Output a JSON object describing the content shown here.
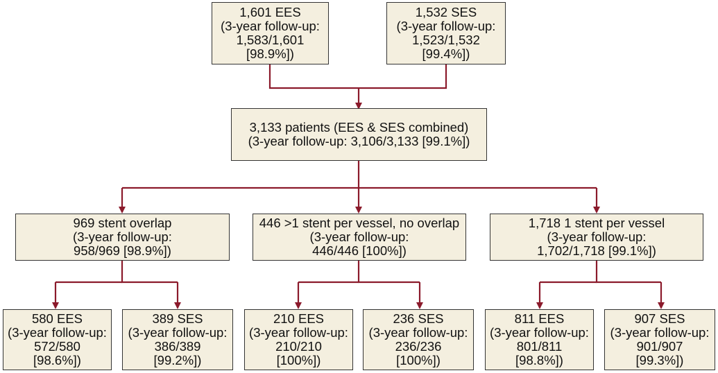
{
  "colors": {
    "box_fill": "#f4efdf",
    "box_border": "#333333",
    "connector": "#8b1a2b"
  },
  "top": {
    "ees": {
      "lines": [
        "1,601 EES",
        "(3-year follow-up:",
        "1,583/1,601",
        "[98.9%])"
      ]
    },
    "ses": {
      "lines": [
        "1,532 SES",
        "(3-year follow-up:",
        "1,523/1,532",
        "[99.4%])"
      ]
    }
  },
  "combined": {
    "lines": [
      "3,133 patients (EES & SES combined)",
      "(3-year follow-up: 3,106/3,133 [99.1%])"
    ]
  },
  "groups": [
    {
      "lines": [
        "969 stent overlap",
        "(3-year follow-up:",
        "958/969 [98.9%])"
      ]
    },
    {
      "lines": [
        "446 >1 stent per vessel, no overlap",
        "(3-year follow-up:",
        "446/446 [100%])"
      ]
    },
    {
      "lines": [
        "1,718 1 stent per vessel",
        "(3-year follow-up:",
        "1,702/1,718 [99.1%])"
      ]
    }
  ],
  "leaves": [
    {
      "lines": [
        "580 EES",
        "(3-year follow-up:",
        "572/580",
        "[98.6%])"
      ]
    },
    {
      "lines": [
        "389 SES",
        "(3-year follow-up:",
        "386/389",
        "[99.2%])"
      ]
    },
    {
      "lines": [
        "210 EES",
        "(3-year follow-up:",
        "210/210",
        "[100%])"
      ]
    },
    {
      "lines": [
        "236 SES",
        "(3-year follow-up:",
        "236/236",
        "[100%])"
      ]
    },
    {
      "lines": [
        "811 EES",
        "(3-year follow-up:",
        "801/811",
        "[98.8%])"
      ]
    },
    {
      "lines": [
        "907 SES",
        "(3-year follow-up:",
        "901/907",
        "[99.3%])"
      ]
    }
  ]
}
